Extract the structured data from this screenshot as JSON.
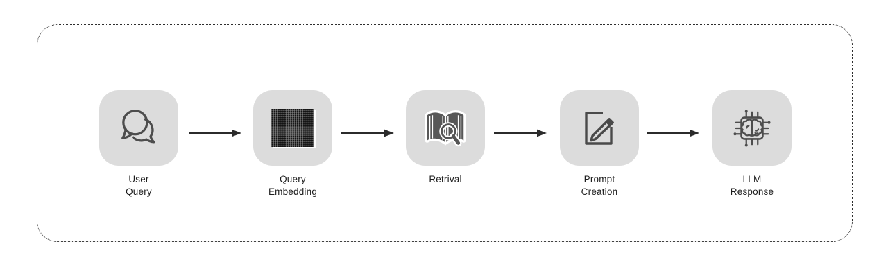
{
  "diagram": {
    "type": "flow",
    "direction": "left-to-right",
    "nodes": [
      {
        "id": "user-query",
        "label": "User\nQuery",
        "icon": "chat-bubbles-icon"
      },
      {
        "id": "query-embedding",
        "label": "Query\nEmbedding",
        "icon": "embedding-matrix-icon"
      },
      {
        "id": "retrival",
        "label": "Retrival",
        "icon": "book-search-icon"
      },
      {
        "id": "prompt-creation",
        "label": "Prompt\nCreation",
        "icon": "edit-document-icon"
      },
      {
        "id": "llm-response",
        "label": "LLM\nResponse",
        "icon": "chip-brain-icon"
      }
    ],
    "edges": [
      {
        "from": "user-query",
        "to": "query-embedding"
      },
      {
        "from": "query-embedding",
        "to": "retrival"
      },
      {
        "from": "retrival",
        "to": "prompt-creation"
      },
      {
        "from": "prompt-creation",
        "to": "llm-response"
      }
    ],
    "colors": {
      "background": "#ffffff",
      "node_bg": "#dcdcdc",
      "icon_stroke": "#4d4d4d",
      "book_fill": "#575757",
      "matrix_bg": "#3a3a3a",
      "arrow": "#2b2b2b",
      "label": "#1d1d1d",
      "border": "#2e2e2e"
    }
  }
}
